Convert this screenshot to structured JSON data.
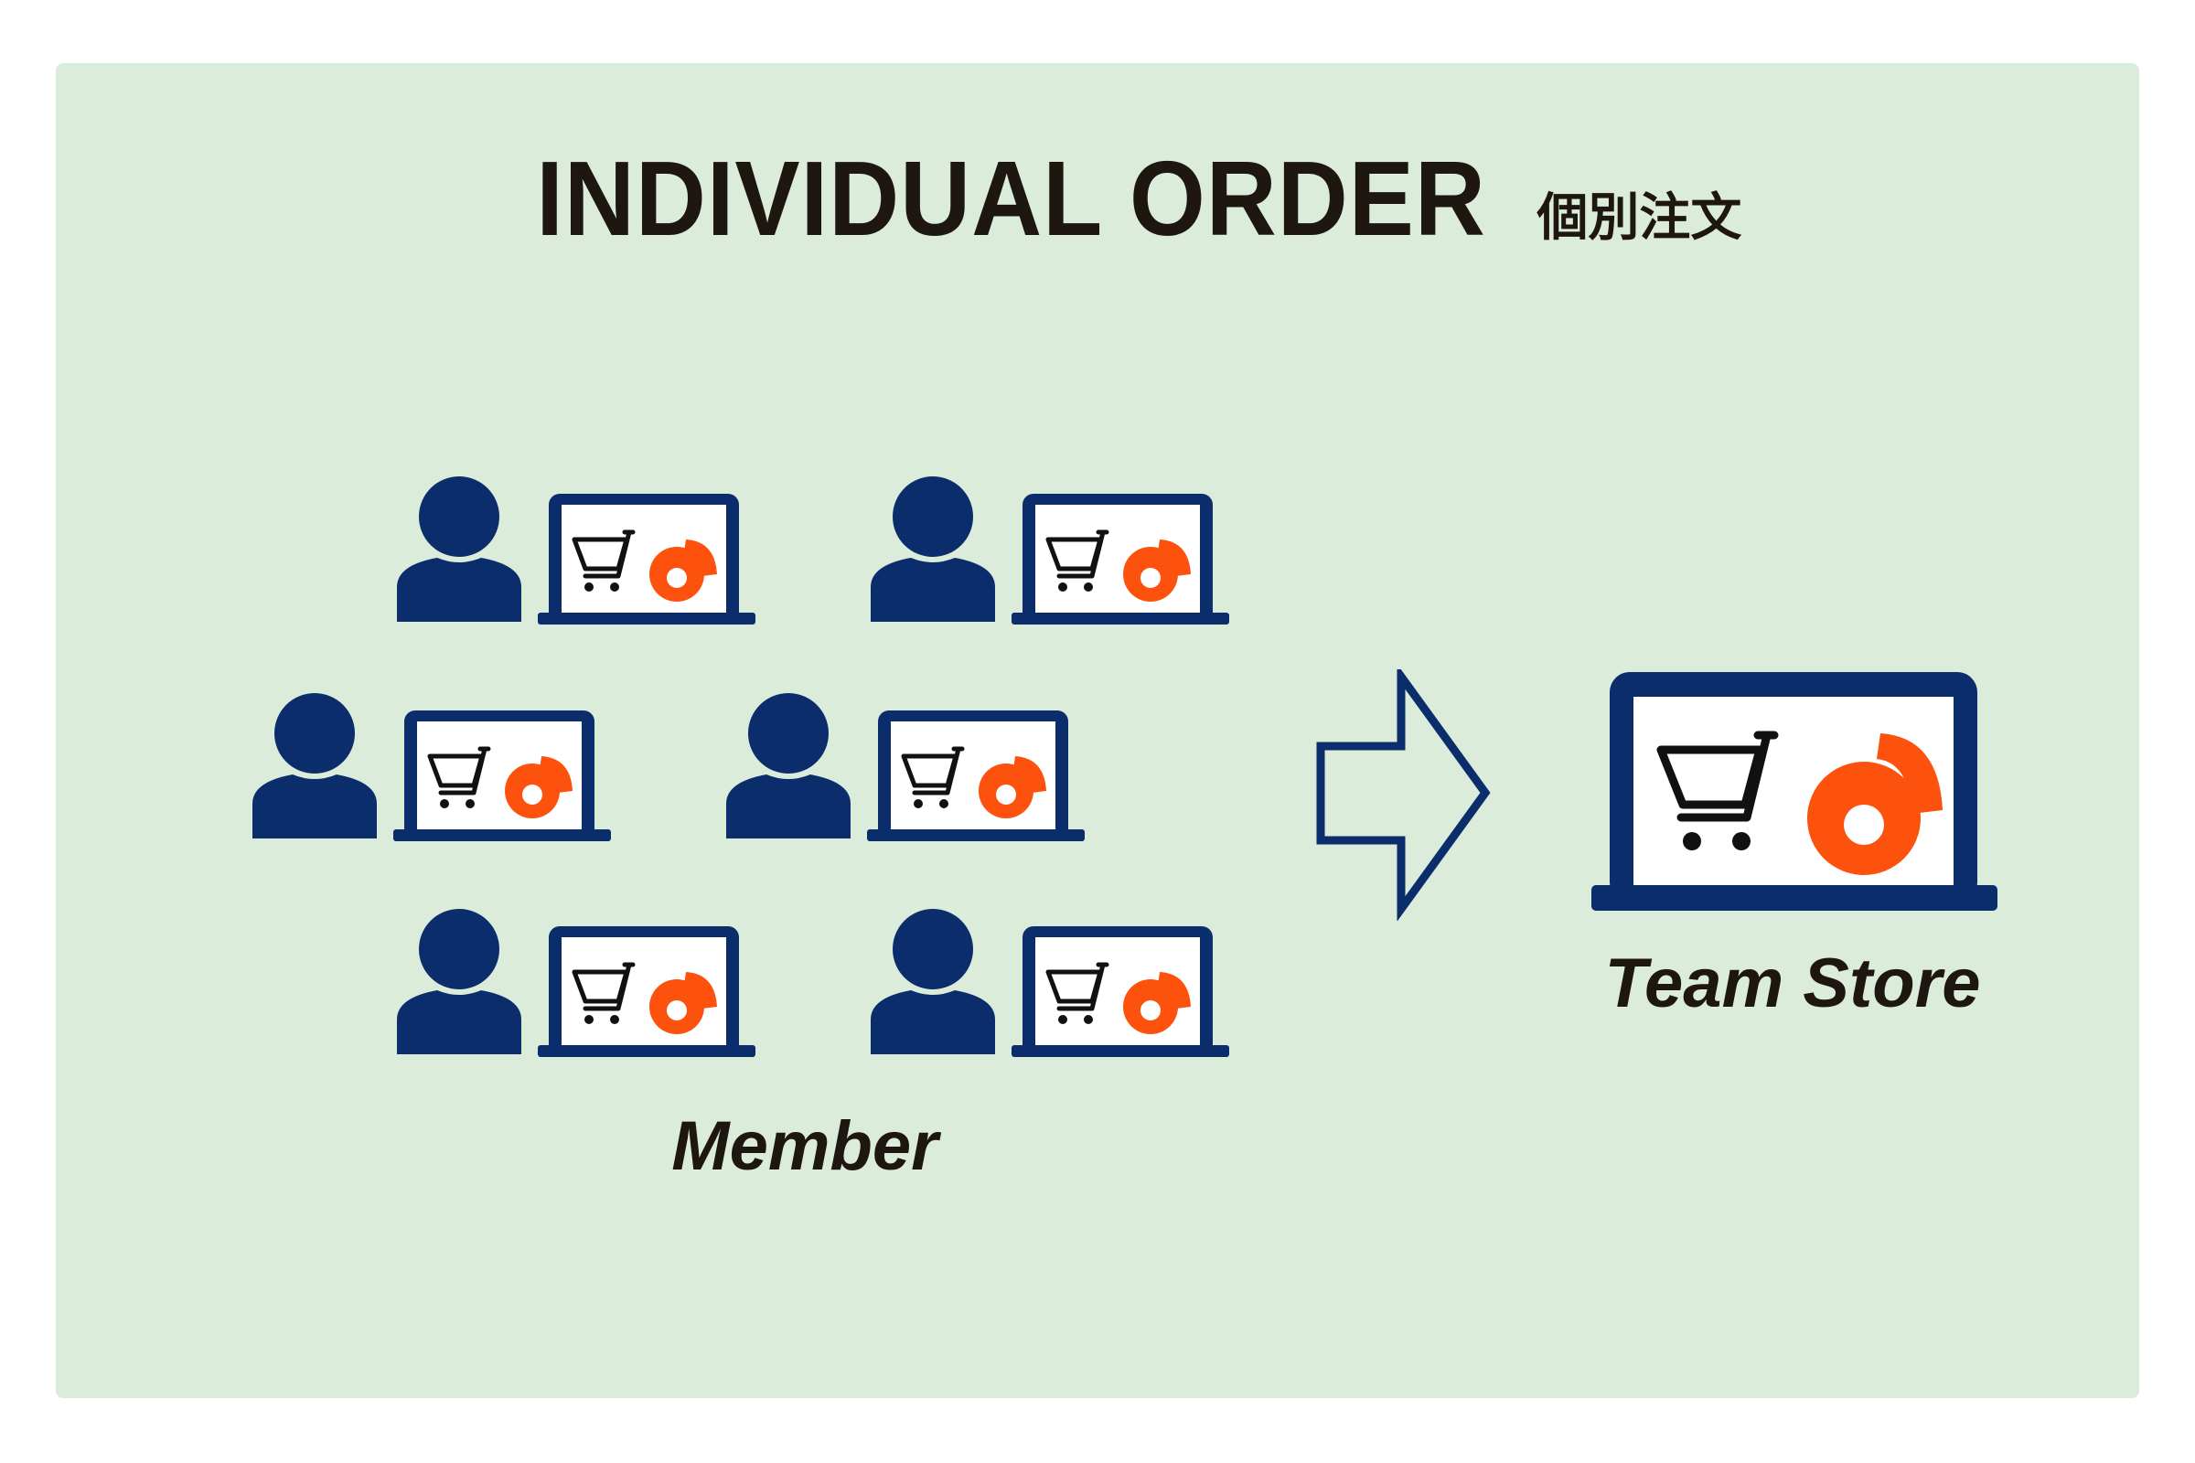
{
  "title": "INDIVIDUAL ORDER",
  "title_jp": "個別注文",
  "member_label": "Member",
  "store_label": "Team Store",
  "icons": {
    "person": "person-icon",
    "laptop": "laptop-icon",
    "cart": "shopping-cart-icon",
    "logo": "store-logo-icon",
    "arrow": "right-arrow-icon"
  },
  "colors": {
    "background": "#dcecdb",
    "navy": "#0c2d6b",
    "orange": "#fd520e",
    "text": "#1e1711"
  }
}
